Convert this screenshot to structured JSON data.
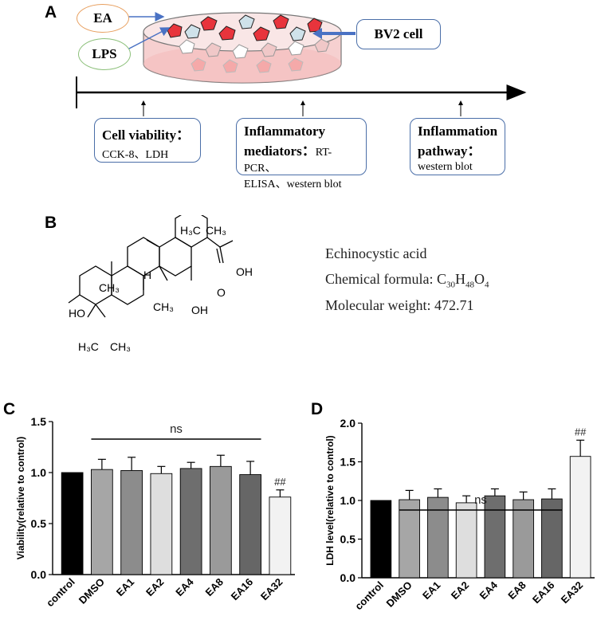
{
  "panelA": {
    "letter": "A",
    "ea_label": "EA",
    "lps_label": "LPS",
    "bv2_label": "BV2 cell",
    "boxes": [
      {
        "title": "Cell viability：",
        "line1": "CCK-8、LDH",
        "line2": ""
      },
      {
        "title": "Inflammatory",
        "title2": "mediators：",
        "line1": "RT-PCR、",
        "line2": "ELISA、western blot"
      },
      {
        "title": "Inflammation",
        "title2": "pathway：",
        "line1": "western blot",
        "line2": ""
      }
    ]
  },
  "panelB": {
    "letter": "B",
    "compound_name": "Echinocystic acid",
    "formula_prefix": "Chemical formula: C",
    "formula_sub1": "30",
    "formula_h": "H",
    "formula_sub2": "48",
    "formula_o": "O",
    "formula_sub3": "4",
    "weight": "Molecular weight: 472.71",
    "atoms": {
      "h3c_top": "H₃C",
      "ch3_top": "CH₃",
      "oh_acid": "OH",
      "o_acid": "O",
      "h": "H",
      "ch3": "CH₃",
      "oh": "OH",
      "ho": "HO",
      "h3c": "H₃C"
    }
  },
  "colors": {
    "control": "#000000",
    "dmso": "#a6a6a6",
    "ea1": "#8c8c8c",
    "ea2": "#dedede",
    "ea4": "#6e6e6e",
    "ea8": "#9a9a9a",
    "ea16": "#666666",
    "ea32": "#f2f2f2",
    "box_border": "#4a6ea8",
    "arrow_blue": "#4a72c4"
  },
  "chart_data": [
    {
      "panel": "C",
      "type": "bar",
      "ylabel": "Viability(relative to control)",
      "ylim": [
        0,
        1.5
      ],
      "yticks": [
        "0.0",
        "0.5",
        "1.0",
        "1.5"
      ],
      "categories": [
        "control",
        "DMSO",
        "EA1",
        "EA2",
        "EA4",
        "EA8",
        "EA16",
        "EA32"
      ],
      "values": [
        1.0,
        1.03,
        1.02,
        0.99,
        1.04,
        1.06,
        0.98,
        0.76
      ],
      "errors": [
        0,
        0.1,
        0.13,
        0.07,
        0.06,
        0.11,
        0.13,
        0.07
      ],
      "annotations": {
        "ns": "ns",
        "hash": "##"
      }
    },
    {
      "panel": "D",
      "type": "bar",
      "ylabel": "LDH level(relative to control)",
      "ylim": [
        0,
        2.0
      ],
      "yticks": [
        "0.0",
        "0.5",
        "1.0",
        "1.5",
        "2.0"
      ],
      "categories": [
        "control",
        "DMSO",
        "EA1",
        "EA2",
        "EA4",
        "EA8",
        "EA16",
        "EA32"
      ],
      "values": [
        1.0,
        1.01,
        1.04,
        0.97,
        1.06,
        1.01,
        1.02,
        1.57
      ],
      "errors": [
        0,
        0.12,
        0.11,
        0.09,
        0.09,
        0.1,
        0.13,
        0.21
      ],
      "annotations": {
        "ns": "ns",
        "hash": "##"
      }
    }
  ]
}
